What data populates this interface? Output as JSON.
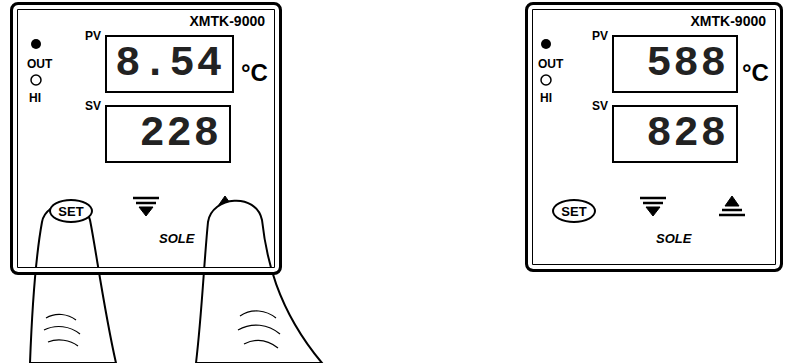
{
  "diagram": {
    "nodes": [
      {
        "text": [
          "XMTK-9000"
        ]
      },
      {
        "text": [
          "PV",
          "8.54"
        ],
        "in": 0
      },
      {
        "text": [
          "SV",
          "228"
        ],
        "in": 0
      },
      {
        "text": [
          "SET"
        ],
        "in": 0
      },
      {
        "text": [
          "XMTK-9000"
        ]
      },
      {
        "text": [
          "PV",
          "588"
        ],
        "in": 4
      },
      {
        "text": [
          "SV",
          "828"
        ],
        "in": 4
      },
      {
        "text": [
          "SET"
        ],
        "in": 4
      }
    ],
    "labels": [
      "OUT",
      "HI",
      "°C",
      "SOLE",
      "OUT",
      "HI",
      "°C",
      "SOLE"
    ]
  }
}
